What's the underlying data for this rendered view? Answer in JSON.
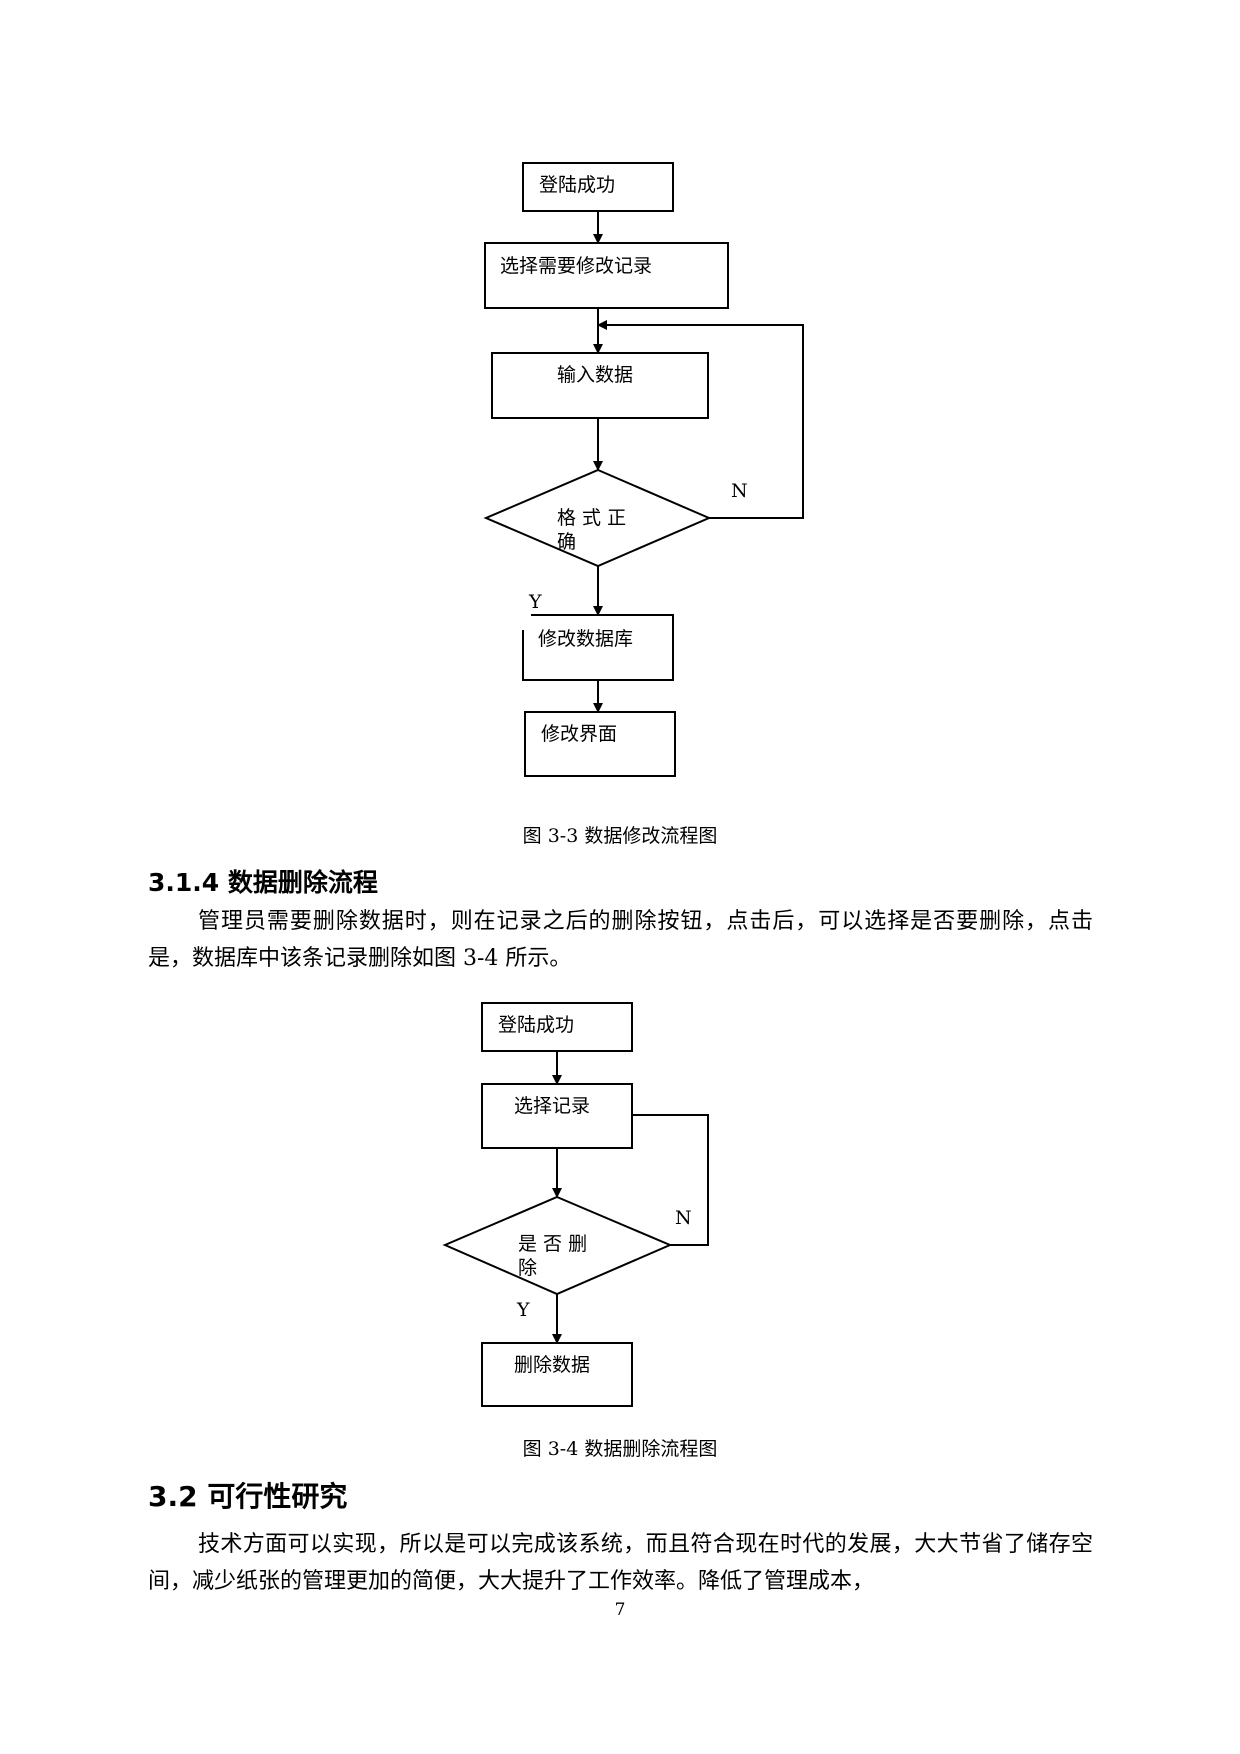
{
  "figure1": {
    "nodes": {
      "login": "登陆成功",
      "select": "选择需要修改记录",
      "input": "输入数据",
      "decision_line1": "格 式 正",
      "decision_line2": "确",
      "modify_db": "修改数据库",
      "modify_ui": "修改界面"
    },
    "labels": {
      "no": "N",
      "yes": "Y"
    },
    "caption": "图 3-3  数据修改流程图"
  },
  "section_3_1_4": {
    "heading": "3.1.4 数据删除流程",
    "paragraph": "管理员需要删除数据时，则在记录之后的删除按钮，点击后，可以选择是否要删除，点击是，数据库中该条记录删除如图 3-4 所示。"
  },
  "figure2": {
    "nodes": {
      "login": "登陆成功",
      "select": "选择记录",
      "decision_line1": "是 否 删",
      "decision_line2": "除",
      "delete": "删除数据"
    },
    "labels": {
      "no": "N",
      "yes": "Y"
    },
    "caption": "图 3-4  数据删除流程图"
  },
  "section_3_2": {
    "heading": "3.2 可行性研究",
    "paragraph": "技术方面可以实现，所以是可以完成该系统，而且符合现在时代的发展，大大节省了储存空间，减少纸张的管理更加的简便，大大提升了工作效率。降低了管理成本，"
  },
  "page_number": "7"
}
